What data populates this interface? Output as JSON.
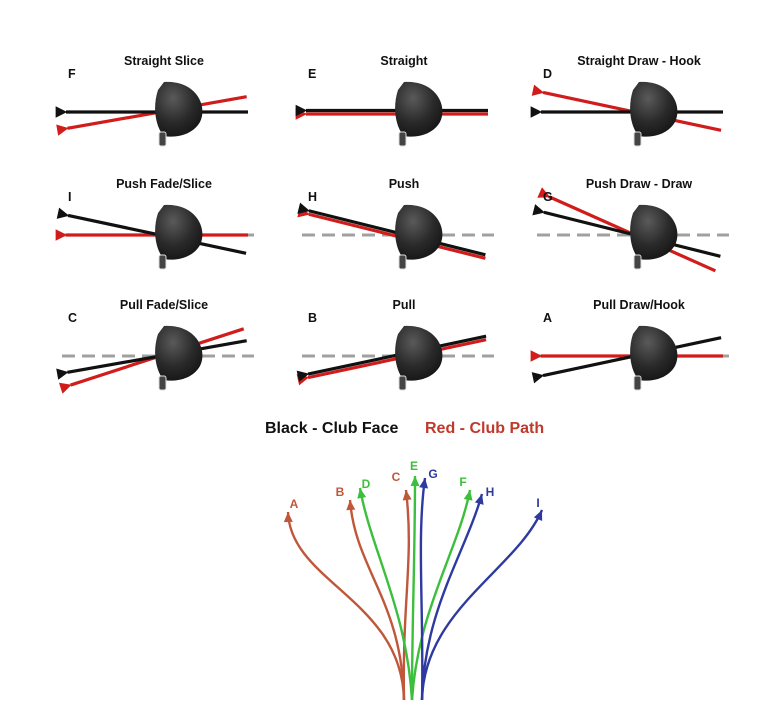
{
  "colors": {
    "club_face": "#111111",
    "club_path": "#d11c1c",
    "target_line": "#a0a0a0",
    "head": "#2b2b2b",
    "legend_face": "#111111",
    "legend_path": "#c0392b",
    "curve_pull": "#c0573a",
    "curve_straight": "#3cbf3c",
    "curve_push": "#2e3a9f"
  },
  "shots": [
    {
      "letter": "F",
      "title": "Straight Slice",
      "face": 0,
      "path": 10,
      "target_line": false
    },
    {
      "letter": "E",
      "title": "Straight",
      "face": 0,
      "path": 0,
      "target_line": false
    },
    {
      "letter": "D",
      "title": "Straight Draw - Hook",
      "face": 0,
      "path": -12,
      "target_line": false
    },
    {
      "letter": "I",
      "title": "Push Fade/Slice",
      "face": -12,
      "path": 0,
      "target_line": true
    },
    {
      "letter": "H",
      "title": "Push",
      "face": -14,
      "path": -14,
      "target_line": true
    },
    {
      "letter": "G",
      "title": "Push Draw - Draw",
      "face": -14,
      "path": -24,
      "target_line": true
    },
    {
      "letter": "C",
      "title": "Pull Fade/Slice",
      "face": 10,
      "path": 18,
      "target_line": true
    },
    {
      "letter": "B",
      "title": "Pull",
      "face": 12,
      "path": 12,
      "target_line": true
    },
    {
      "letter": "A",
      "title": "Pull Draw/Hook",
      "face": 12,
      "path": 0,
      "target_line": true
    }
  ],
  "legend": {
    "face_label": "Black - Club Face",
    "path_label": "Red - Club Path"
  },
  "flights": [
    {
      "letter": "A",
      "group": "pull"
    },
    {
      "letter": "B",
      "group": "pull"
    },
    {
      "letter": "C",
      "group": "pull"
    },
    {
      "letter": "D",
      "group": "straight"
    },
    {
      "letter": "E",
      "group": "straight"
    },
    {
      "letter": "F",
      "group": "straight"
    },
    {
      "letter": "G",
      "group": "push"
    },
    {
      "letter": "H",
      "group": "push"
    },
    {
      "letter": "I",
      "group": "push"
    }
  ]
}
